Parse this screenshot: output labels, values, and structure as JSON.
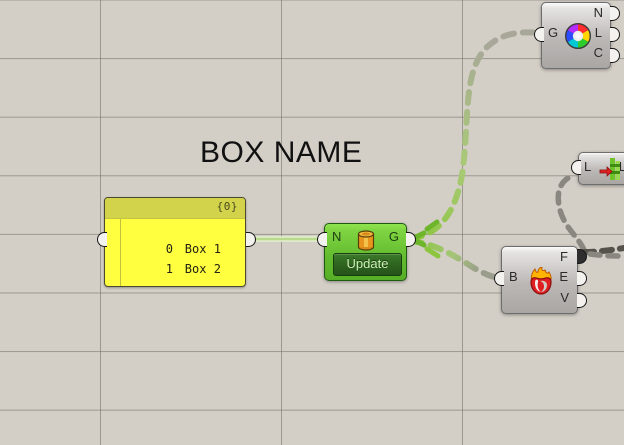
{
  "canvas": {
    "background_color": "#d3cec6",
    "grid_line_color": "#6e6c64",
    "title": "BOX NAME"
  },
  "panel": {
    "name": "panel-component",
    "path_label": "{0}",
    "header_color": "#d2d24b",
    "body_color": "#ffff40",
    "rows": [
      {
        "index": "0",
        "value": "Box 1"
      },
      {
        "index": "1",
        "value": "Box 2"
      }
    ]
  },
  "nodes": [
    {
      "id": "box-component",
      "icon": "box-cylinder-icon",
      "state": "selected",
      "color": "#62bb2e",
      "inputs": [
        {
          "label": "N"
        }
      ],
      "outputs": [
        {
          "label": "G"
        }
      ],
      "button_label": "Update"
    },
    {
      "id": "color-wheel-component",
      "icon": "color-wheel-icon",
      "color": "#bbb8b6",
      "inputs": [
        {
          "label": "G"
        }
      ],
      "outputs": [
        {
          "label": "N"
        },
        {
          "label": "L"
        },
        {
          "label": "C"
        }
      ]
    },
    {
      "id": "list-component",
      "icon": "list-arrow-icon",
      "color": "#bbb8b6",
      "inputs": [
        {
          "label": "L"
        }
      ],
      "outputs": [
        {
          "label": "L"
        }
      ]
    },
    {
      "id": "brep-component",
      "icon": "flame-icon",
      "color": "#bbb8b6",
      "inputs": [
        {
          "label": "B"
        }
      ],
      "outputs": [
        {
          "label": "F"
        },
        {
          "label": "E"
        },
        {
          "label": "V"
        }
      ]
    }
  ],
  "wires": [
    {
      "from": "panel-output",
      "to": "box-N-input",
      "style": "solid",
      "color": "#c8e89a"
    },
    {
      "from": "box-G-output",
      "to": "color-wheel-G-input",
      "style": "dashed",
      "color": "#8cc63f"
    },
    {
      "from": "box-G-output",
      "to": "brep-B-input",
      "style": "dashed",
      "color": "#8cc63f"
    },
    {
      "from": "brep-F-output",
      "to": "list-L-input",
      "style": "dashed",
      "color": "#8a8780"
    },
    {
      "from": "brep-F-output",
      "to": "offscreen-right",
      "style": "dashed",
      "color": "#8a8780"
    }
  ]
}
